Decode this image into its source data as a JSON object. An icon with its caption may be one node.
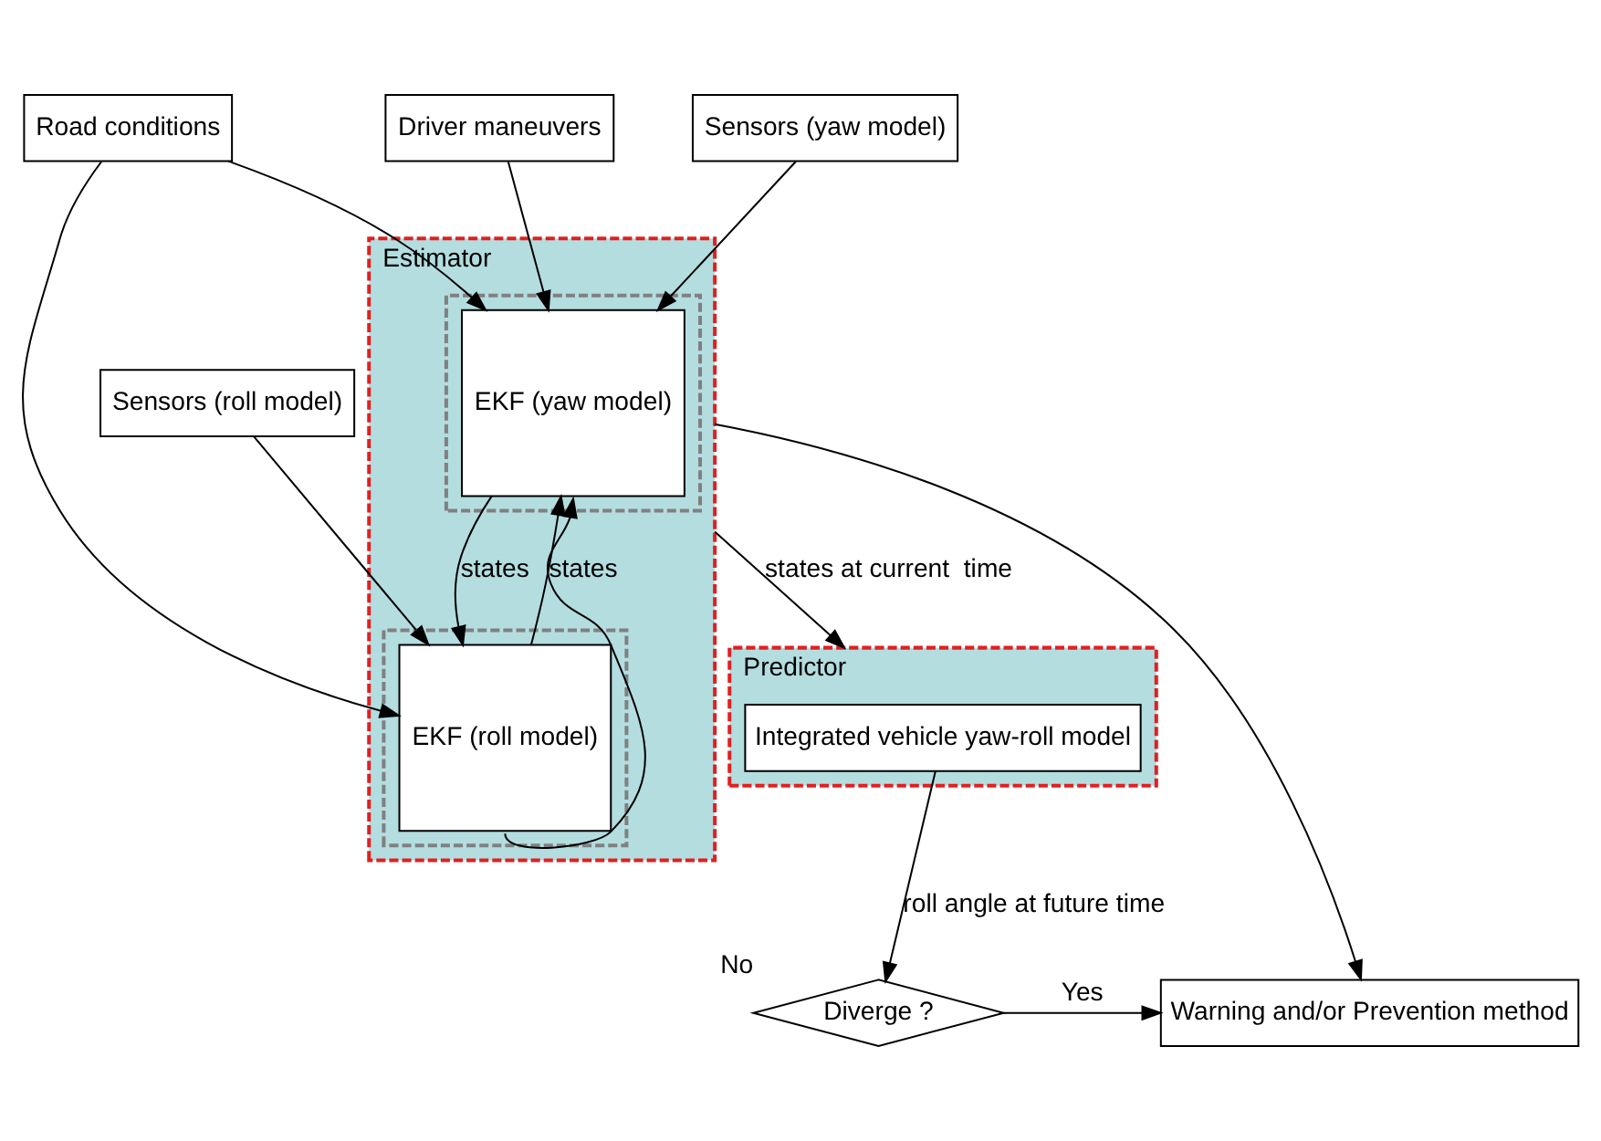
{
  "diagram": {
    "nodes": [
      {
        "text": [
          "Estimator"
        ]
      },
      {
        "text": [],
        "shape": "box",
        "in": 0
      },
      {
        "text": [
          "EKF (yaw model)"
        ],
        "in": 1
      },
      {
        "text": [],
        "shape": "box",
        "in": 0
      },
      {
        "text": [
          "EKF (roll model)"
        ],
        "in": 3
      },
      {
        "text": [
          "Road conditions"
        ]
      },
      {
        "text": [
          "Driver maneuvers"
        ]
      },
      {
        "text": [
          "Sensors (yaw model)"
        ]
      },
      {
        "text": [
          "Sensors (roll model)"
        ]
      },
      {
        "text": [
          "Predictor"
        ]
      },
      {
        "text": [
          "Integrated vehicle yaw-roll model"
        ],
        "in": 9
      },
      {
        "text": [
          "Warning and/or Prevention method"
        ]
      },
      {
        "text": [
          "Diverge ?"
        ],
        "beside": [
          "No"
        ]
      }
    ],
    "edges": [
      {
        "from": 5,
        "to": 2,
        "arrow": "to"
      },
      {
        "from": 5,
        "to": 4,
        "arrow": "to"
      },
      {
        "from": 6,
        "to": 2,
        "arrow": "to"
      },
      {
        "from": 0,
        "to": 2,
        "arrow": "to"
      },
      {
        "from": 4,
        "to": 2,
        "arrow": "to",
        "label": "states"
      },
      {
        "from": 2,
        "to": 4,
        "arrow": "to",
        "label": "states"
      },
      {
        "from": 7,
        "to": 2,
        "arrow": "to"
      },
      {
        "from": 8,
        "to": 4,
        "arrow": "to"
      },
      {
        "from": 0,
        "to": 9,
        "arrow": "to",
        "label": "states at current  time"
      },
      {
        "from": 0,
        "to": 11,
        "arrow": "to"
      },
      {
        "from": 10,
        "to": 12,
        "arrow": "to",
        "label": "roll angle at future time"
      },
      {
        "from": 12,
        "to": 11,
        "arrow": "to",
        "label": "Yes"
      }
    ]
  }
}
